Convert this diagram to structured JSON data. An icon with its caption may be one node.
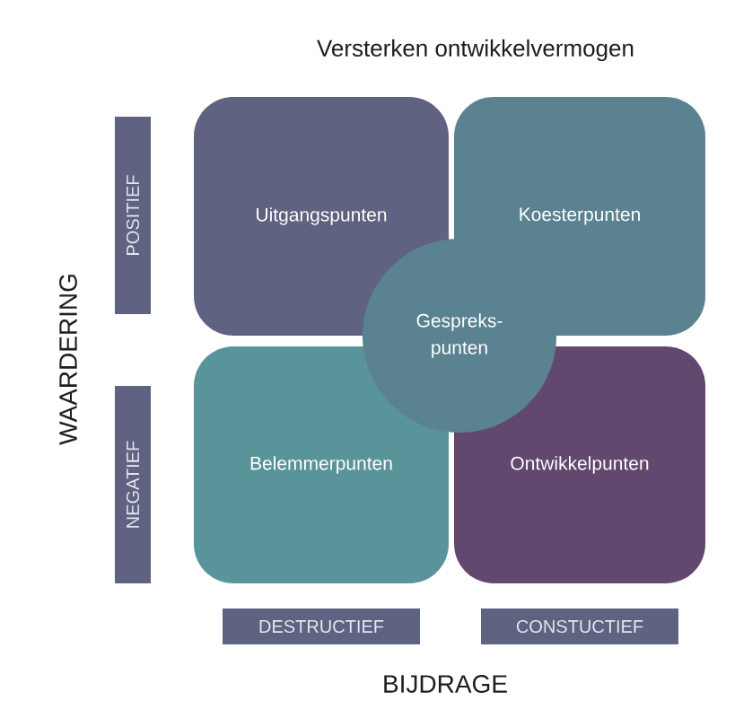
{
  "diagram": {
    "title": "Versterken ontwikkelvermogen",
    "nodes": [
      {
        "text": [
          "Uitgangspunten"
        ]
      },
      {
        "text": [
          "Koesterpunten"
        ]
      },
      {
        "text": [
          "Belemmerpunten"
        ]
      },
      {
        "text": [
          "Ontwikkelpunten"
        ]
      },
      {
        "text": [
          "Gespreks- punten"
        ]
      },
      {
        "text": [
          "POSITIEF"
        ]
      },
      {
        "text": [
          "NEGATIEF"
        ]
      },
      {
        "text": [
          "DESTRUCTIEF"
        ]
      },
      {
        "text": [
          "CONSTUCTIEF"
        ]
      }
    ],
    "labels": [
      "WAARDERING",
      "BIJDRAGE"
    ]
  }
}
